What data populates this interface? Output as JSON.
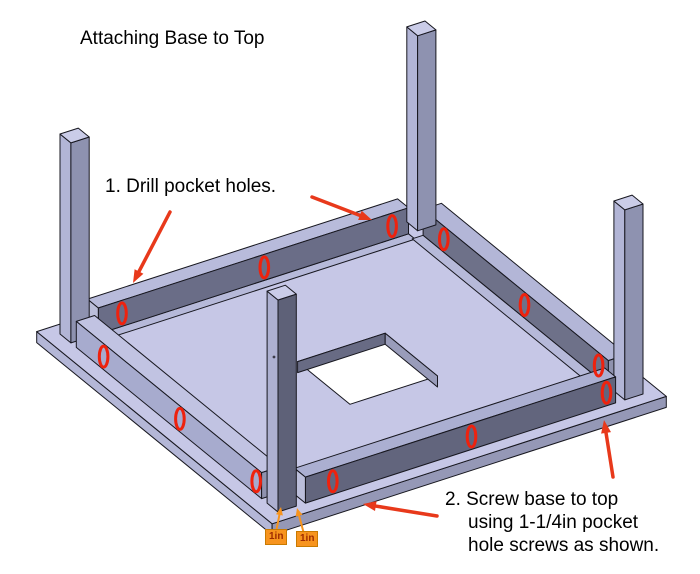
{
  "title": "Attaching Base to Top",
  "steps": {
    "step1": "1. Drill pocket holes.",
    "step2": [
      "2. Screw base to top",
      "using 1-1/4in pocket",
      "hole screws as shown."
    ]
  },
  "dimension_labels": {
    "left": "1in",
    "right": "1in"
  },
  "pocket_holes": {
    "total": 12,
    "rails": [
      {
        "rail": "back-left",
        "positions_pct": [
          14,
          53,
          88
        ]
      },
      {
        "rail": "back-right",
        "positions_pct": [
          17,
          54,
          88
        ]
      },
      {
        "rail": "front-left",
        "positions_pct": [
          20,
          55,
          90
        ]
      },
      {
        "rail": "front-right",
        "positions_pct": [
          15,
          53,
          90
        ]
      }
    ]
  },
  "colors": {
    "background": "#ffffff",
    "outline": "#17171f",
    "surface_top": "#c6c7e6",
    "surface_light": "#b3b6d7",
    "surface_medium": "#9598b6",
    "surface_dark": "#6a6d87",
    "pocket_hole_red": "#ee220e",
    "arrow_red": "#e8391b",
    "dimension_orange": "#f7941e",
    "dimension_border": "#c97a00",
    "dimension_text": "#9e2a00"
  }
}
